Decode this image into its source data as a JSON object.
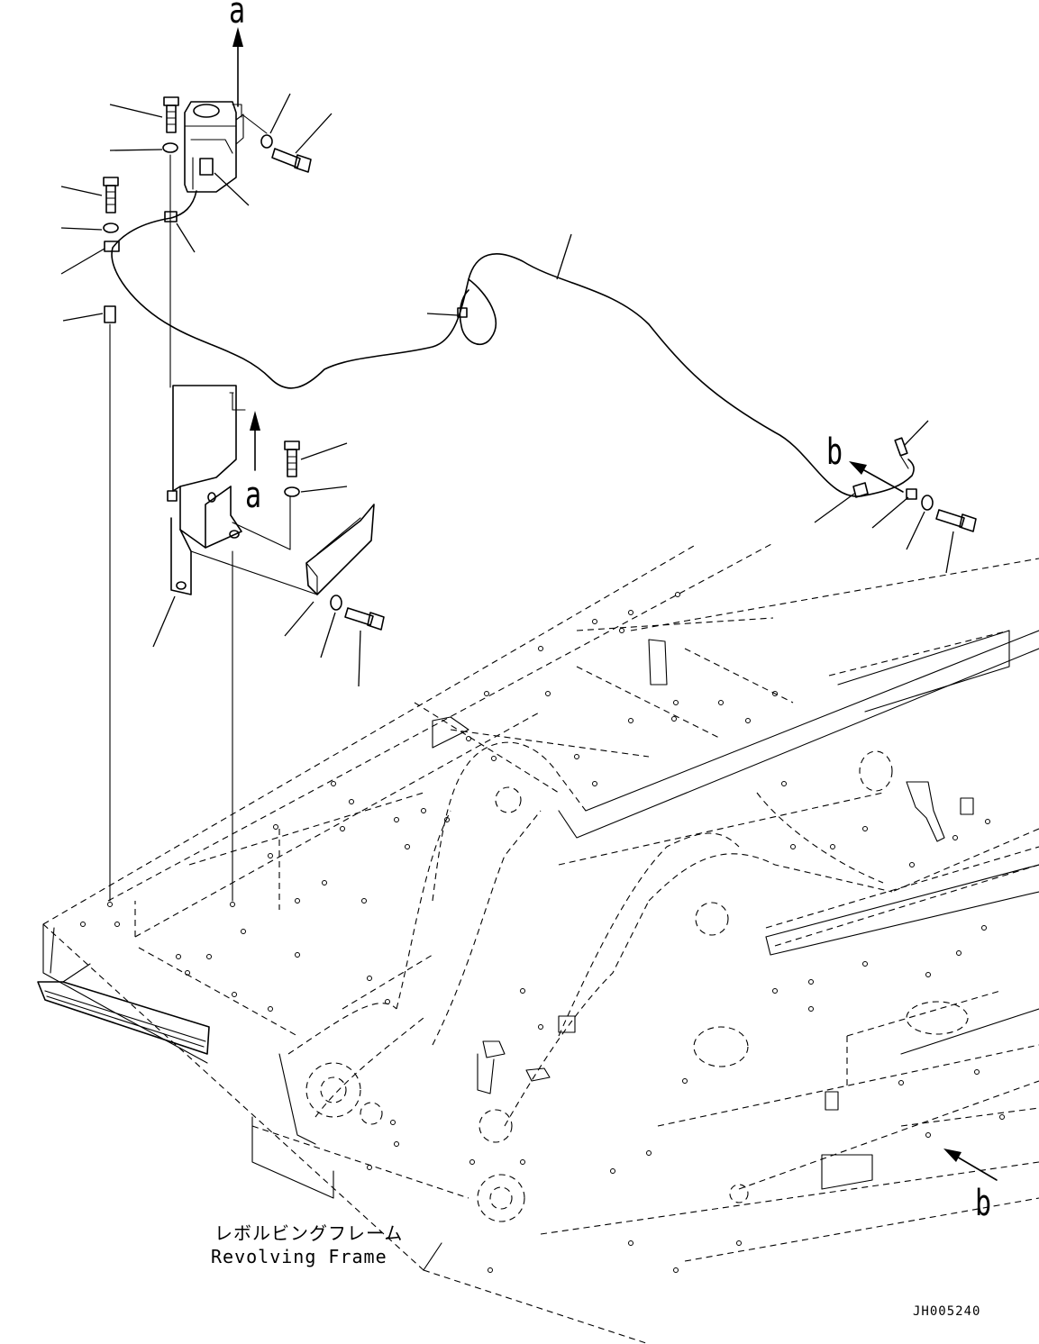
{
  "labels": {
    "view_a_top": "a",
    "view_a_mid": "a",
    "view_b_top": "b",
    "view_b_bottom": "b"
  },
  "caption": {
    "jp": "レボルビングフレーム",
    "en": "Revolving Frame"
  },
  "drawing_code": "JH005240"
}
